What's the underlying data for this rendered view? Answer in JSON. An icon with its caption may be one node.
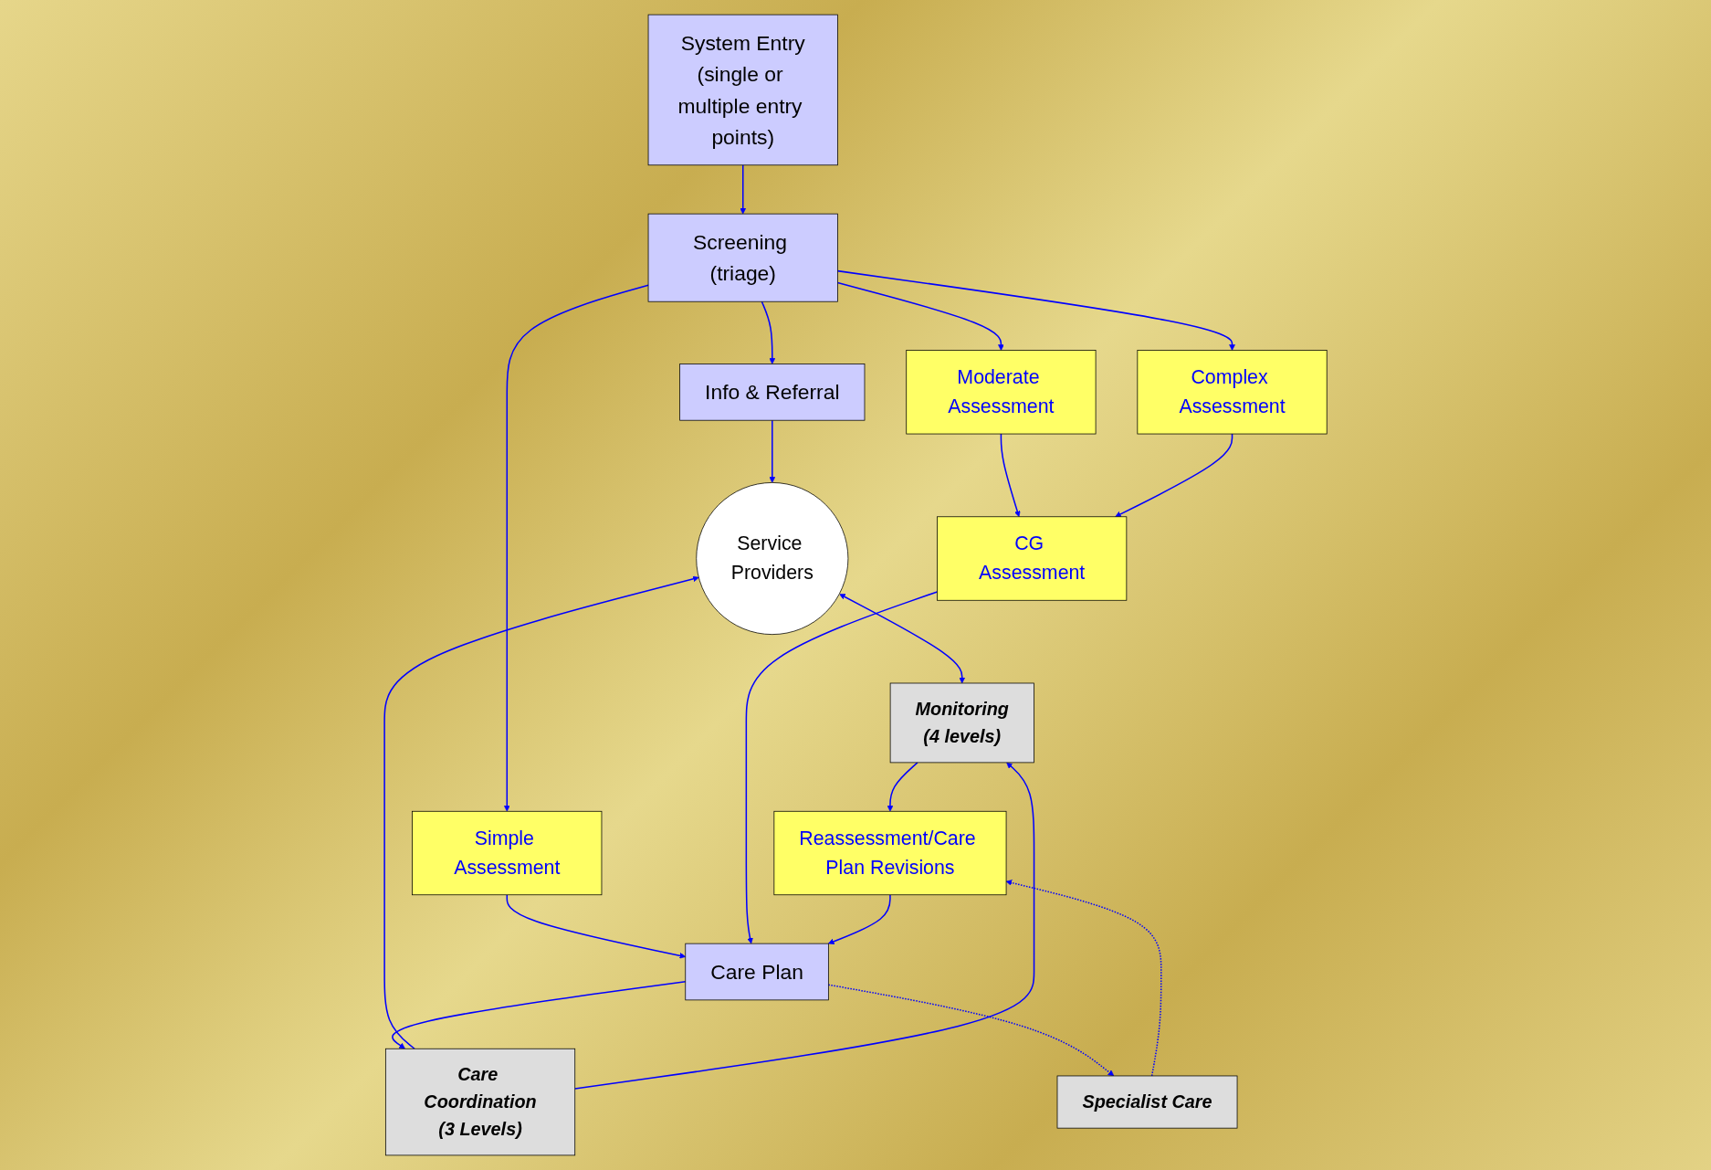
{
  "diagram": {
    "nodes": [
      {
        "text": [
          "System Entry",
          "(single or multiple entry points)"
        ]
      },
      {
        "text": [
          "Screening (triage)"
        ]
      },
      {
        "text": [
          "Info & Referral"
        ]
      },
      {
        "text": [
          "Simple Assessment"
        ]
      },
      {
        "text": [
          "Moderate Assessment"
        ]
      },
      {
        "text": [
          "Complex Assessment"
        ]
      },
      {
        "text": [
          "Service Providers"
        ]
      },
      {
        "text": [
          "CG Assessment"
        ]
      },
      {
        "text": [
          "Care Plan"
        ]
      },
      {
        "text": [
          "Care Coordination",
          "(3 Levels)"
        ]
      },
      {
        "text": [
          "Specialist Care"
        ]
      },
      {
        "text": [
          "Monitoring",
          "(4 levels)"
        ]
      },
      {
        "text": [
          "Reassessment/Care Plan Revisions"
        ]
      }
    ],
    "edges": [
      {
        "from": 0,
        "to": 1,
        "arrow": "to"
      },
      {
        "from": 1,
        "to": 2,
        "arrow": "to"
      },
      {
        "from": 1,
        "to": 3,
        "arrow": "to"
      },
      {
        "from": 1,
        "to": 4,
        "arrow": "to"
      },
      {
        "from": 1,
        "to": 5,
        "arrow": "to"
      },
      {
        "from": 2,
        "to": 6,
        "arrow": "to"
      },
      {
        "from": 4,
        "to": 7,
        "arrow": "to"
      },
      {
        "from": 5,
        "to": 7,
        "arrow": "to"
      },
      {
        "from": 3,
        "to": 8,
        "arrow": "to"
      },
      {
        "from": 7,
        "to": 8,
        "arrow": "to"
      },
      {
        "from": 8,
        "to": 9,
        "arrow": "to"
      },
      {
        "from": 9,
        "to": 6,
        "arrow": "to"
      },
      {
        "from": 6,
        "to": 11,
        "arrow": "both"
      },
      {
        "from": 9,
        "to": 11,
        "arrow": "to"
      },
      {
        "from": 8,
        "to": 10,
        "arrow": "to",
        "style": "dashed"
      },
      {
        "from": 10,
        "to": 12,
        "arrow": "to",
        "style": "dashed"
      },
      {
        "from": 11,
        "to": 12,
        "arrow": "to"
      },
      {
        "from": 12,
        "to": 8,
        "arrow": "to"
      }
    ]
  }
}
